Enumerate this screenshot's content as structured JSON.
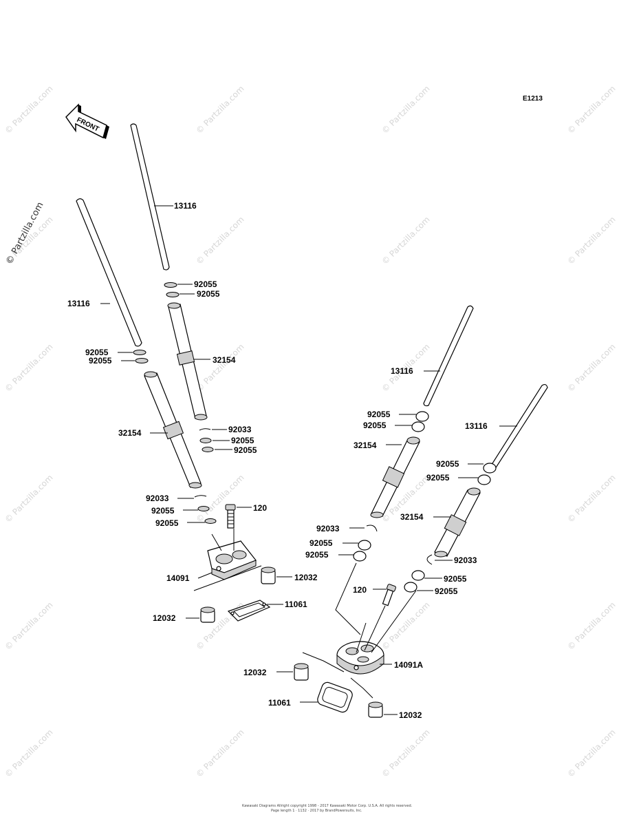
{
  "diagram_code": "E1213",
  "front_arrow_text": "FRONT",
  "watermark_text": "© Partzilla.com",
  "labels": {
    "push_rod_1": "13116",
    "push_rod_2": "13116",
    "push_rod_3": "13116",
    "push_rod_4": "13116",
    "oring_1a": "92055",
    "oring_1b": "92055",
    "oring_2a": "92055",
    "oring_2b": "92055",
    "tube_1": "32154",
    "tube_2": "32154",
    "tube_3": "32154",
    "tube_4": "32154",
    "circlip_1": "92033",
    "circlip_2": "92033",
    "circlip_3": "92033",
    "circlip_4": "92033",
    "oring_3a": "92055",
    "oring_3b": "92055",
    "oring_4a": "92055",
    "oring_4b": "92055",
    "oring_5a": "92055",
    "oring_5b": "92055",
    "oring_6a": "92055",
    "oring_6b": "92055",
    "oring_7a": "92055",
    "oring_7b": "92055",
    "oring_8a": "92055",
    "oring_8b": "92055",
    "bolt_1": "120",
    "bolt_2": "120",
    "holder_1": "14091",
    "holder_2": "14091A",
    "dowel_1": "12032",
    "dowel_2": "12032",
    "dowel_3": "12032",
    "dowel_4": "12032",
    "gasket_1": "11061",
    "gasket_2": "11061"
  },
  "footer": {
    "line1": "Kawasaki Diagrams Allright copyright 1998 - 2017 Kawasaki Motor Corp. U.S.A. All rights reserved.",
    "line2": "Page length 1 · 1132 · 2017 by BrandPowersuits, Inc."
  }
}
